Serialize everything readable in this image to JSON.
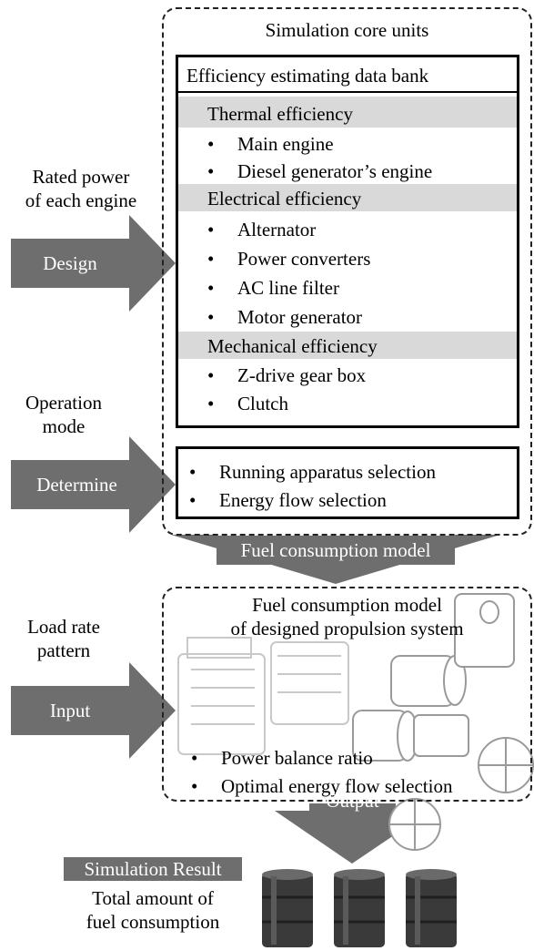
{
  "core": {
    "title": "Simulation core units",
    "databank_title": "Efficiency estimating data bank",
    "sections": [
      {
        "heading": "Thermal efficiency",
        "items": [
          "Main engine",
          "Diesel generator’s engine"
        ]
      },
      {
        "heading": "Electrical efficiency",
        "items": [
          "Alternator",
          "Power converters",
          "AC line filter",
          "Motor generator"
        ]
      },
      {
        "heading": "Mechanical efficiency",
        "items": [
          "Z-drive gear box",
          "Clutch"
        ]
      }
    ],
    "selection_items": [
      "Running apparatus selection",
      "Energy flow selection"
    ]
  },
  "left": {
    "rated_power": [
      "Rated power",
      "of each engine"
    ],
    "design": "Design",
    "operation_mode": [
      "Operation",
      "mode"
    ],
    "determine": "Determine",
    "load_rate": [
      "Load rate",
      "pattern"
    ],
    "input": "Input"
  },
  "middle_arrow": "Fuel consumption model",
  "model": {
    "title": [
      "Fuel consumption model",
      "of designed propulsion system"
    ],
    "items": [
      "Power balance ratio",
      "Optimal energy flow selection"
    ]
  },
  "output_arrow": "Output",
  "result": {
    "badge": "Simulation Result",
    "lines": [
      "Total amount of",
      "fuel consumption"
    ]
  },
  "colors": {
    "arrow": "#6e6e6e",
    "section_bg": "#d9d9d9"
  }
}
